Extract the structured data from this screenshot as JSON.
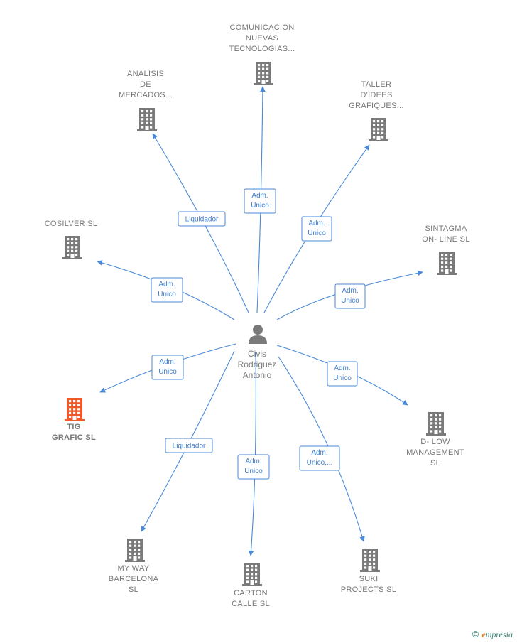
{
  "colors": {
    "edge": "#4a8ad8",
    "building": "#7a7a7a",
    "highlight": "#f05a2a",
    "text": "#777777"
  },
  "center": {
    "name_lines": [
      "Civis",
      "Rodriguez",
      "Antonio"
    ],
    "icon": "person-icon"
  },
  "companies": [
    {
      "id": "comunicacion",
      "lines": [
        "COMUNICACION",
        "NUEVAS",
        "TECNOLOGIAS..."
      ],
      "role": [
        "Adm.",
        "Unico"
      ]
    },
    {
      "id": "analisis",
      "lines": [
        "ANALISIS",
        "DE",
        "MERCADOS..."
      ],
      "role": [
        "Liquidador"
      ]
    },
    {
      "id": "taller",
      "lines": [
        "TALLER",
        "D'IDEES",
        "GRAFIQUES..."
      ],
      "role": [
        "Adm.",
        "Unico"
      ]
    },
    {
      "id": "cosilver",
      "lines": [
        "COSILVER SL"
      ],
      "role": [
        "Adm.",
        "Unico"
      ]
    },
    {
      "id": "sintagma",
      "lines": [
        "SINTAGMA",
        "ON- LINE SL"
      ],
      "role": [
        "Adm.",
        "Unico"
      ]
    },
    {
      "id": "tig-grafic",
      "lines": [
        "TIG",
        "GRAFIC  SL"
      ],
      "role": [
        "Adm.",
        "Unico"
      ],
      "highlight": true
    },
    {
      "id": "d-low",
      "lines": [
        "D- LOW",
        "MANAGEMENT",
        "SL"
      ],
      "role": [
        "Adm.",
        "Unico"
      ]
    },
    {
      "id": "my-way",
      "lines": [
        "MY WAY",
        "BARCELONA",
        "SL"
      ],
      "role": [
        "Liquidador"
      ]
    },
    {
      "id": "carton-calle",
      "lines": [
        "CARTON",
        "CALLE  SL"
      ],
      "role": [
        "Adm.",
        "Unico"
      ]
    },
    {
      "id": "suki",
      "lines": [
        "SUKI",
        "PROJECTS  SL"
      ],
      "role": [
        "Adm.",
        "Unico,..."
      ]
    }
  ],
  "brand": {
    "copyright": "©",
    "name_initial": "e",
    "name_rest": "mpresia"
  }
}
